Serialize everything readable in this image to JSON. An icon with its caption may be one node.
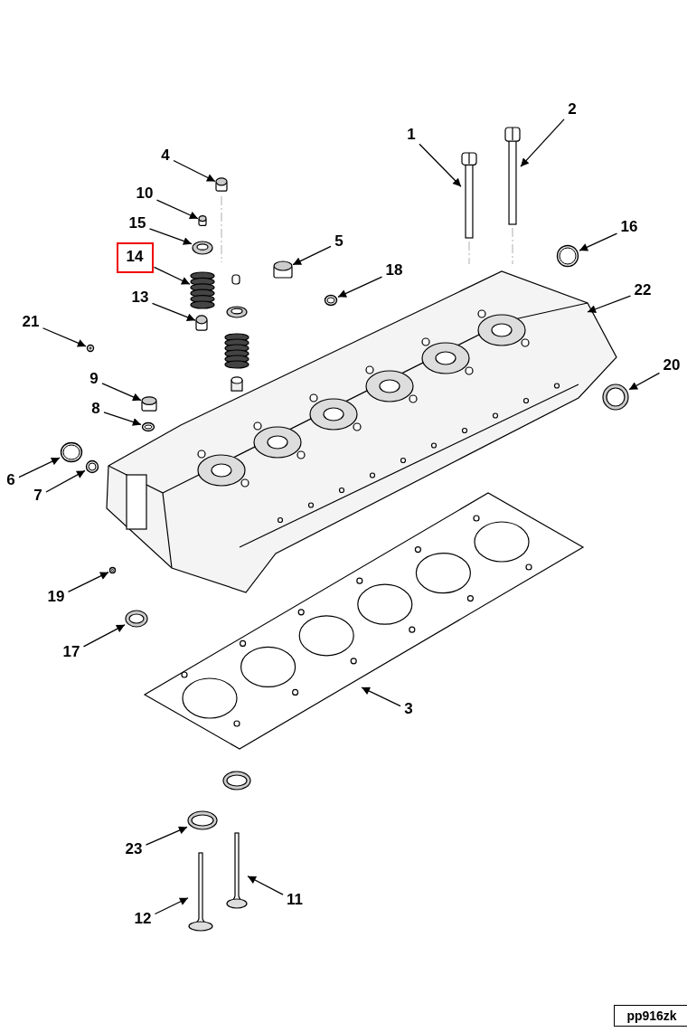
{
  "diagram": {
    "nodes": [
      {
        "text": [
          "1"
        ]
      },
      {
        "text": [
          "2"
        ]
      },
      {
        "text": [
          "3"
        ]
      },
      {
        "text": [
          "4"
        ]
      },
      {
        "text": [
          "5"
        ]
      },
      {
        "text": [
          "6"
        ]
      },
      {
        "text": [
          "7"
        ]
      },
      {
        "text": [
          "8"
        ]
      },
      {
        "text": [
          "9"
        ]
      },
      {
        "text": [
          "10"
        ]
      },
      {
        "text": [
          "11"
        ]
      },
      {
        "text": [
          "12"
        ]
      },
      {
        "text": [
          "13"
        ]
      },
      {
        "text": [
          "14"
        ]
      },
      {
        "text": [
          "15"
        ]
      },
      {
        "text": [
          "16"
        ]
      },
      {
        "text": [
          "17"
        ]
      },
      {
        "text": [
          "18"
        ]
      },
      {
        "text": [
          "19"
        ]
      },
      {
        "text": [
          "20"
        ]
      },
      {
        "text": [
          "21"
        ]
      },
      {
        "text": [
          "22"
        ]
      },
      {
        "text": [
          "23"
        ]
      },
      {
        "text": [],
        "shape": "picture"
      },
      {
        "text": [],
        "shape": "picture"
      },
      {
        "text": [],
        "shape": "picture"
      },
      {
        "text": [],
        "shape": "box"
      },
      {
        "text": [],
        "shape": "box"
      },
      {
        "text": [],
        "shape": "circle"
      },
      {
        "text": [],
        "shape": "circle"
      },
      {
        "text": [],
        "shape": "circle"
      },
      {
        "text": [],
        "shape": "box"
      },
      {
        "text": [],
        "shape": "box"
      },
      {
        "text": [],
        "shape": "picture"
      },
      {
        "text": [],
        "shape": "picture"
      },
      {
        "text": [],
        "shape": "box"
      },
      {
        "text": [],
        "shape": "picture"
      },
      {
        "text": [],
        "shape": "picture"
      },
      {
        "text": [],
        "shape": "circle"
      },
      {
        "text": [],
        "shape": "picture"
      },
      {
        "text": [],
        "shape": "circle"
      },
      {
        "text": [],
        "shape": "circle"
      },
      {
        "text": [],
        "shape": "picture"
      },
      {
        "text": [],
        "shape": "circle"
      },
      {
        "text": [],
        "shape": "picture"
      },
      {
        "text": [],
        "shape": "picture"
      },
      {
        "text": [
          "pp916zk"
        ]
      }
    ],
    "edges": [
      {
        "from": 0,
        "to": 23,
        "arrow": "to"
      },
      {
        "from": 1,
        "to": 24,
        "arrow": "to"
      },
      {
        "from": 2,
        "to": 25,
        "arrow": "to"
      },
      {
        "from": 3,
        "to": 26,
        "arrow": "to"
      },
      {
        "from": 4,
        "to": 27,
        "arrow": "to"
      },
      {
        "from": 5,
        "to": 28,
        "arrow": "to"
      },
      {
        "from": 6,
        "to": 29,
        "arrow": "to"
      },
      {
        "from": 7,
        "to": 30,
        "arrow": "to"
      },
      {
        "from": 8,
        "to": 31,
        "arrow": "to"
      },
      {
        "from": 9,
        "to": 32,
        "arrow": "to"
      },
      {
        "from": 10,
        "to": 33,
        "arrow": "to"
      },
      {
        "from": 11,
        "to": 34,
        "arrow": "to"
      },
      {
        "from": 12,
        "to": 35,
        "arrow": "to"
      },
      {
        "from": 13,
        "to": 36,
        "arrow": "to"
      },
      {
        "from": 14,
        "to": 37,
        "arrow": "to"
      },
      {
        "from": 15,
        "to": 38,
        "arrow": "to"
      },
      {
        "from": 16,
        "to": 39,
        "arrow": "to"
      },
      {
        "from": 17,
        "to": 40,
        "arrow": "to"
      },
      {
        "from": 18,
        "to": 41,
        "arrow": "to"
      },
      {
        "from": 19,
        "to": 42,
        "arrow": "to"
      },
      {
        "from": 20,
        "to": 43,
        "arrow": "to"
      },
      {
        "from": 21,
        "to": 44,
        "arrow": "to"
      },
      {
        "from": 22,
        "to": 45,
        "arrow": "to"
      }
    ]
  }
}
